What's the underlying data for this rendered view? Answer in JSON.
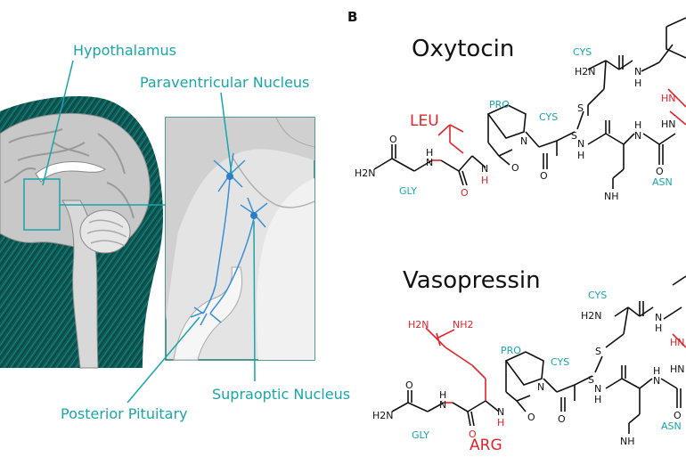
{
  "panel_b_letter": "B",
  "brain_labels": {
    "hypothalamus": "Hypothalamus",
    "paraventricular": "Paraventricular Nucleus",
    "supraoptic": "Supraoptic Nucleus",
    "posterior_pituitary": "Posterior Pituitary"
  },
  "oxytocin": {
    "title": "Oxytocin",
    "residues": {
      "cys_top": "CYS",
      "pro": "PRO",
      "cys_mid": "CYS",
      "leu": "LEU",
      "gly": "GLY",
      "asn": "ASN"
    },
    "atoms": {
      "h2n_top": "H2N",
      "n_top": "N",
      "h_top": "H",
      "hn_red": "HN",
      "s1": "S",
      "s2": "S",
      "n_pro": "N",
      "n_cys": "N",
      "h_cys": "H",
      "n_asn": "N",
      "h_asn": "H",
      "hn_right": "HN",
      "h2n_left": "H2N",
      "o_gly": "O",
      "n_gly": "N",
      "h_gly": "H",
      "o_leu": "O",
      "n_leu": "N",
      "h_leu": "H",
      "o_pro": "O",
      "o_cys": "O",
      "o_asn": "O",
      "nh_asn": "NH"
    }
  },
  "vasopressin": {
    "title": "Vasopressin",
    "residues": {
      "cys_top": "CYS",
      "pro": "PRO",
      "cys_mid": "CYS",
      "arg": "ARG",
      "gly": "GLY",
      "asn": "ASN"
    },
    "atoms": {
      "h2n_top": "H2N",
      "n_top": "N",
      "h_top": "H",
      "hn_red": "HN",
      "s1": "S",
      "s2": "S",
      "h2n_arg": "H2N",
      "nh2_arg": "NH2",
      "hn_right": "HN",
      "h2n_left": "H2N",
      "o_gly": "O",
      "n_gly": "N",
      "h_gly": "H",
      "o_arg": "O",
      "n_arg": "N",
      "h_arg": "H",
      "n_pro": "N",
      "o_pro": "O",
      "n_cys": "N",
      "h_cys": "H",
      "o_cys": "O",
      "n_asn": "N",
      "h_asn": "H",
      "o_asn": "O",
      "nh_asn": "NH"
    }
  },
  "colors": {
    "teal": "#1aa5a8",
    "red": "#e0242a",
    "dark_teal": "#0f5552",
    "gray": "#c9c9c9"
  }
}
